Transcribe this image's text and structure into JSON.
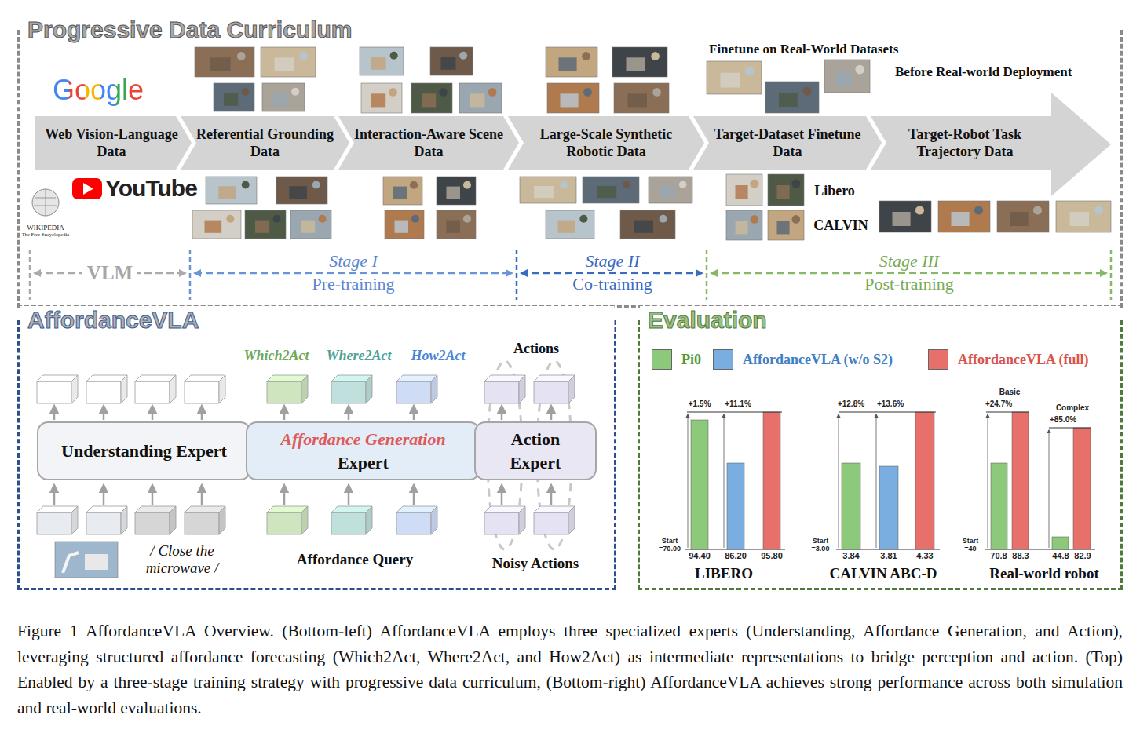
{
  "diagram": {
    "caption": "Figure 1 AffordanceVLA Overview. (Bottom-left) AffordanceVLA employs three specialized experts (Understanding, Affordance Generation, and Action), leveraging structured affordance forecasting (Which2Act, Where2Act, and How2Act) as intermediate representations to bridge perception and action. (Top) Enabled by a three-stage training strategy with progressive data curriculum, (Bottom-right) AffordanceVLA achieves strong performance across both simulation and real-world evaluations.",
    "nodes": [
      {
        "text": [
          "Progressive Data Curriculum"
        ]
      },
      {
        "text": [
          "Web Vision-Language Data"
        ],
        "in": 0
      },
      {
        "text": [
          "Referential Grounding Data"
        ],
        "in": 0
      },
      {
        "text": [
          "Interaction-Aware Scene Data"
        ],
        "in": 0
      },
      {
        "text": [
          "Large-Scale Synthetic Robotic Data"
        ],
        "in": 0
      },
      {
        "text": [
          "Target-Dataset Finetune Data"
        ],
        "in": 0
      },
      {
        "text": [
          "Target-Robot Task Trajectory Data"
        ],
        "in": 0
      },
      {
        "text": [
          "AffordanceVLA"
        ]
      },
      {
        "text": [
          "Understanding Expert"
        ],
        "in": 7
      },
      {
        "text": [
          "Affordance Generation",
          "Expert"
        ],
        "in": 7
      },
      {
        "text": [
          "Action Expert"
        ],
        "in": 7
      },
      {
        "text": [
          "Evaluation"
        ]
      }
    ],
    "labels": [
      "Google",
      "YouTube",
      "WIKIPEDIA",
      "The Free Encyclopedia",
      "Finetune on Real-World Datasets",
      "Before Real-world Deployment",
      "Libero",
      "CALVIN",
      "VLM",
      "Stage I",
      "Pre-training",
      "Stage II",
      "Co-training",
      "Stage III",
      "Post-training",
      "Which2Act",
      "Where2Act",
      "How2Act",
      "Actions",
      "/ Close the microwave /",
      "Affordance Query",
      "Noisy Actions",
      "+1.5%",
      "+11.1%",
      "Start =70.00",
      "94.40",
      "86.20",
      "95.80",
      "LIBERO",
      "+12.8%",
      "+13.6%",
      "Start =3.00",
      "3.84",
      "3.81",
      "4.33",
      "CALVIN ABC-D",
      "Basic",
      "Complex",
      "+24.7%",
      "+85.0%",
      "Start =40",
      "70.8",
      "88.3",
      "44.8",
      "82.9",
      "Real-world robot"
    ],
    "legend": [
      {
        "text": "Pi0",
        "color": "#8cc97a"
      },
      {
        "text": "AffordanceVLA (w/o S2)",
        "color": "#7aaee0"
      },
      {
        "text": "AffordanceVLA (full)",
        "color": "#e8706a"
      }
    ]
  }
}
